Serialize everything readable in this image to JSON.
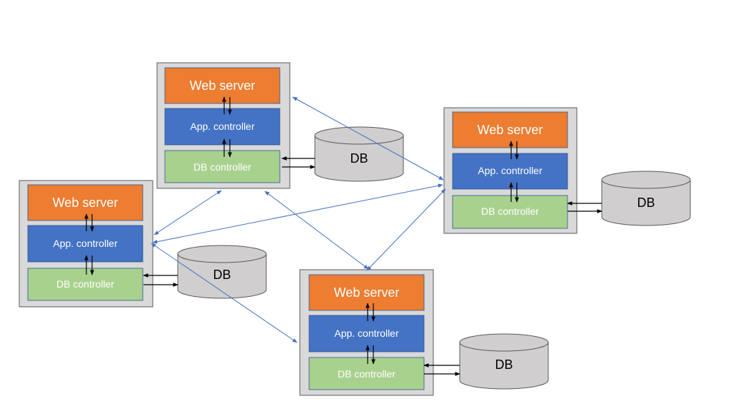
{
  "diagram": {
    "labels": {
      "web_server": "Web server",
      "app_controller": "App. controller",
      "db_controller": "DB controller",
      "db": "DB"
    },
    "colors": {
      "web_server": "#ed7d31",
      "app_controller": "#4472c4",
      "db_controller": "#a9d18e",
      "server_box": "#d9d9d9",
      "database": "#d0cece",
      "peer_link": "#4472c4",
      "db_link": "#000000"
    }
  }
}
